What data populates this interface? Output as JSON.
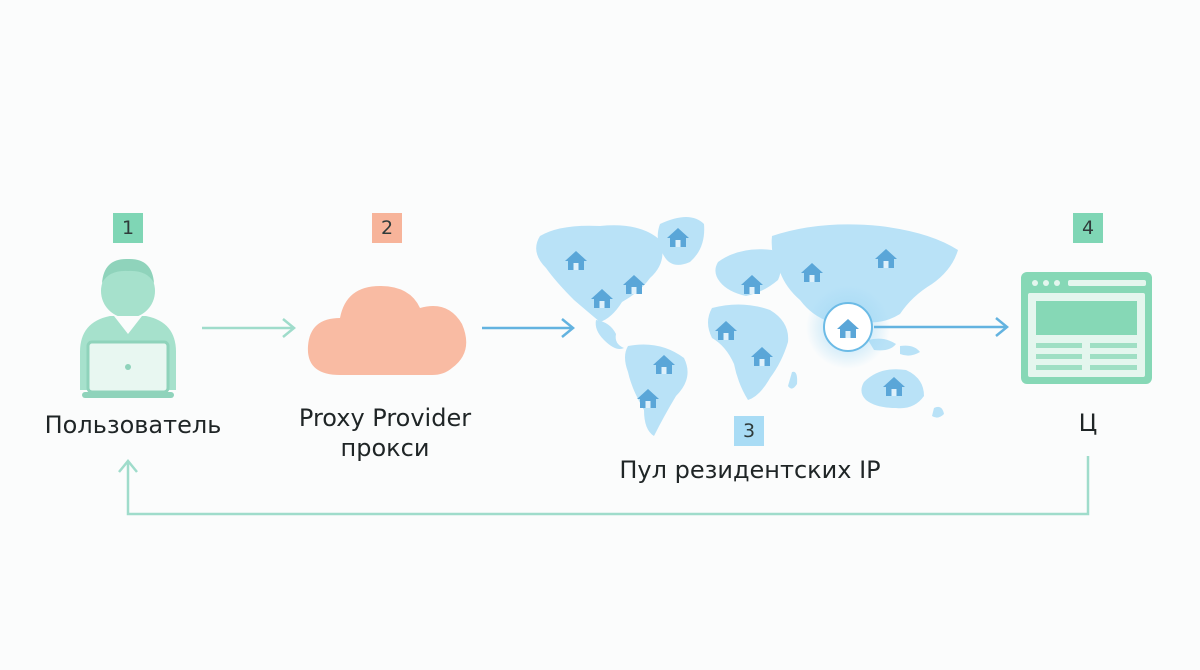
{
  "steps": [
    {
      "number": "1",
      "label": "Пользователь",
      "color": "#7fd6b5"
    },
    {
      "number": "2",
      "label_line1": "Proxy Provider",
      "label_line2": "прокси",
      "color": "#f7b49a"
    },
    {
      "number": "3",
      "label": "Пул резидентских IP",
      "color": "#a9dcf5"
    },
    {
      "number": "4",
      "label": "Ц",
      "color": "#7fd6b5"
    }
  ],
  "colors": {
    "user_figure": "#a6e1cc",
    "cloud": "#f9bba3",
    "map": "#b9e2f7",
    "house_pin": "#5aa6d8",
    "arrow_green": "#9fdccb",
    "arrow_blue": "#63b3e0",
    "browser": "#86d8b6"
  },
  "icons": {
    "user": "user-with-laptop-icon",
    "provider": "cloud-icon",
    "pool": "world-map-with-house-pins-icon",
    "target": "browser-window-icon",
    "pin": "house-icon"
  }
}
